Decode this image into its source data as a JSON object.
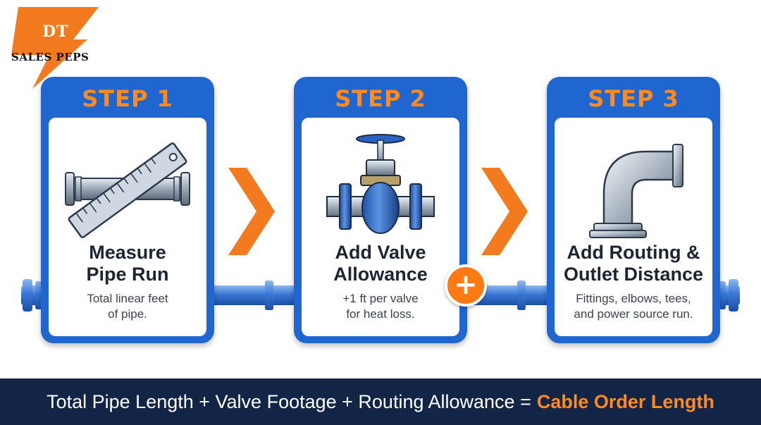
{
  "logo": {
    "line1": "DT",
    "line2": "SALES PEPS"
  },
  "steps": [
    {
      "step_label": "STEP 1",
      "title_lines": [
        "Measure",
        "Pipe Run"
      ],
      "desc_lines": [
        "Total linear feet",
        "of pipe."
      ],
      "icon": "pipe-ruler-icon"
    },
    {
      "step_label": "STEP 2",
      "title_lines": [
        "Add Valve",
        "Allowance"
      ],
      "desc_lines": [
        "+1 ft per valve",
        "for heat loss."
      ],
      "icon": "gate-valve-icon"
    },
    {
      "step_label": "STEP 3",
      "title_lines": [
        "Add Routing &",
        "Outlet Distance"
      ],
      "desc_lines": [
        "Fittings, elbows, tees,",
        "and power source run."
      ],
      "icon": "pipe-elbow-icon"
    }
  ],
  "connectors": [
    "chevron-right-icon",
    "chevron-right-icon"
  ],
  "plus_symbol": "+",
  "formula": {
    "text": "Total Pipe Length + Valve Footage + Routing Allowance =",
    "result": "Cable Order Length"
  },
  "colors": {
    "card_blue": "#1f66d0",
    "accent_orange": "#ff8a1f",
    "footer_navy": "#122547",
    "pipe_blue": "#3a78d6"
  }
}
